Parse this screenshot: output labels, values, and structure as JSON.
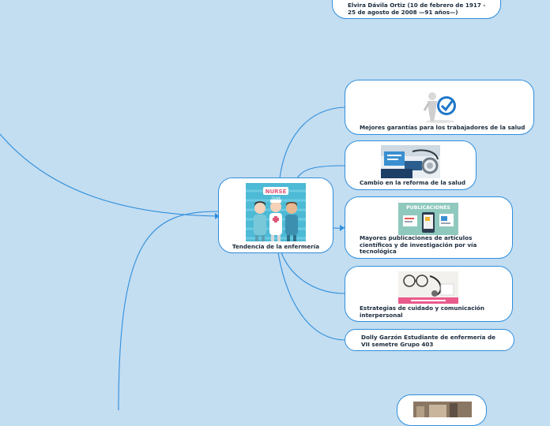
{
  "central": {
    "label": "Tendencia de la enfermería",
    "image_badge": "NURSE",
    "image_sub": "TEAM"
  },
  "top_node": {
    "label": "Elvira Dávila Ortiz (10 de febrero de 1917 - 25 de agosto de 2008 —91 años—)"
  },
  "branches": [
    {
      "label": "Mejores garantías para los trabajadores de la salud",
      "icon": "checkmark-figure-icon"
    },
    {
      "label": "Cambio en la reforma de la salud",
      "icon": "medical-equipment-icon"
    },
    {
      "label": "Mayores publicaciones de artículos científicos y de investigación por vía tecnológica",
      "image_title": "PUBLICACIONES",
      "icon": "publications-icon"
    },
    {
      "label": "Estrategias de cuidado y comunicación interpersonal",
      "icon": "stethoscope-icon"
    },
    {
      "label": "Dolly Garzón Estudiante de enfermería de VII semetre Grupo 403"
    }
  ],
  "colors": {
    "background": "#c3ddf1",
    "node_border": "#2f8fdc",
    "link": "#2f8fdc"
  }
}
